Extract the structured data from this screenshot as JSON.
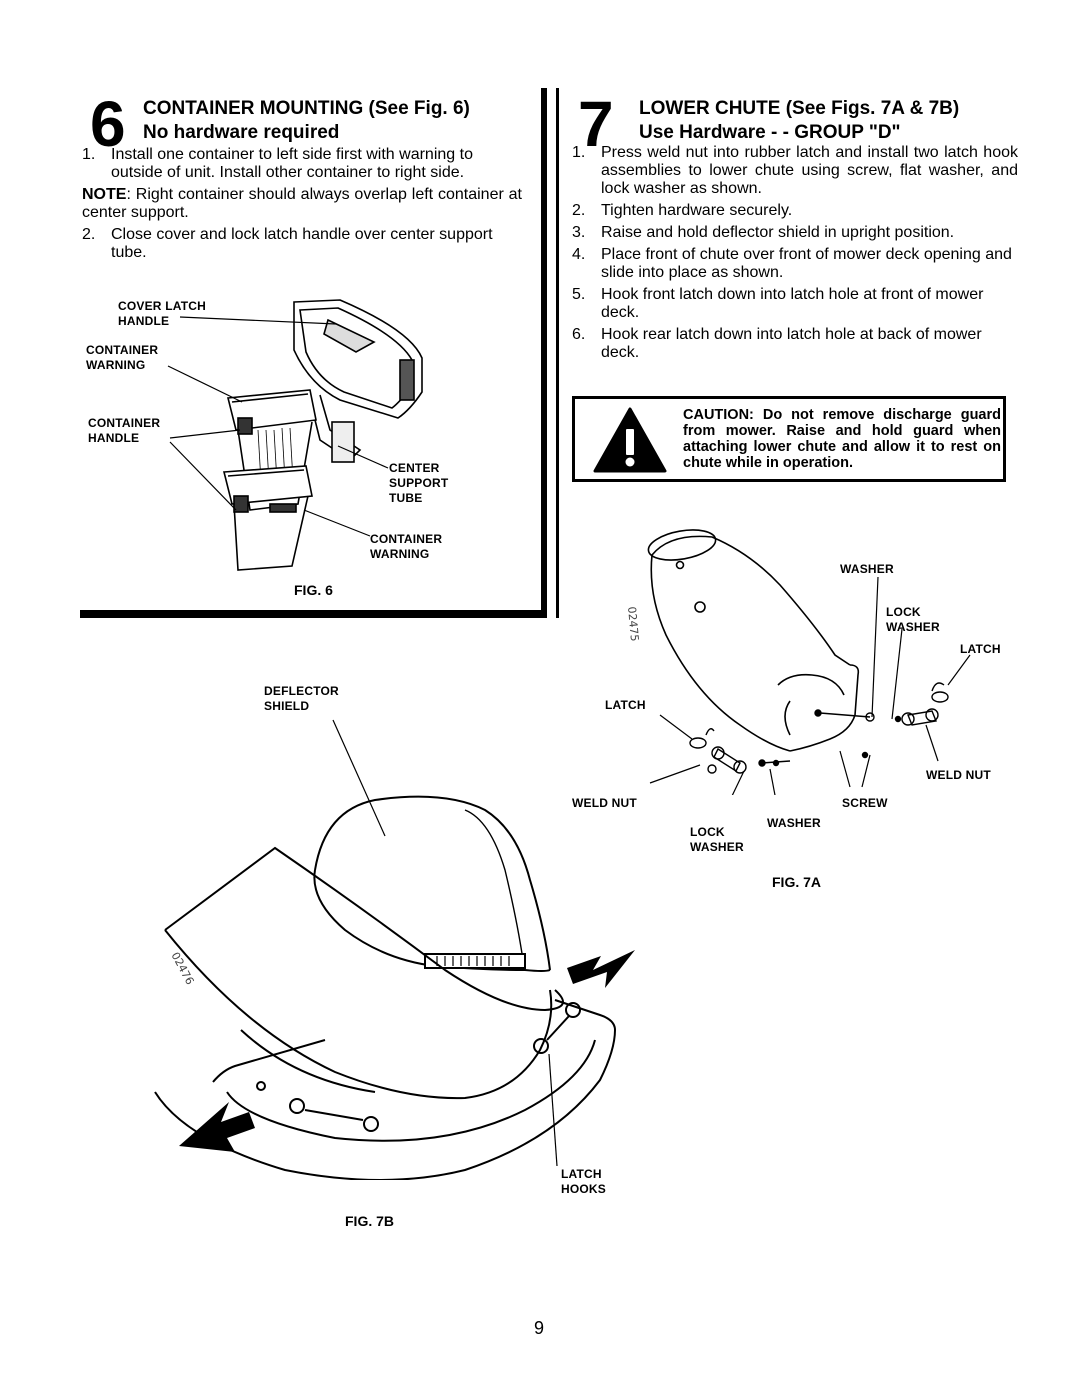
{
  "section6": {
    "step_number": "6",
    "heading_line1": "CONTAINER MOUNTING (See Fig. 6)",
    "heading_line2": "No hardware required",
    "items": [
      {
        "num": "1.",
        "text": "Install one container to left side first with warning to outside of unit. Install other container to right side."
      },
      {
        "num": "2.",
        "text": "Close cover and lock latch handle over center support tube."
      }
    ],
    "note_label": "NOTE",
    "note_text": ": Right container should always overlap left container at  center support.",
    "figure": {
      "labels": {
        "cover_latch_handle": "COVER LATCH\nHANDLE",
        "container_warning_top": "CONTAINER\nWARNING",
        "container_handle": "CONTAINER\nHANDLE",
        "center_support_tube": "CENTER\nSUPPORT\nTUBE",
        "container_warning_bottom": "CONTAINER\nWARNING"
      },
      "caption": "FIG. 6"
    }
  },
  "section7": {
    "step_number": "7",
    "heading_line1": "LOWER CHUTE (See Figs. 7A & 7B)",
    "heading_line2": "Use Hardware - - GROUP \"D\"",
    "items": [
      {
        "num": "1.",
        "text": "Press weld nut into rubber latch and install two latch hook assemblies to lower chute using screw, flat washer, and lock washer as shown."
      },
      {
        "num": "2.",
        "text": "Tighten hardware securely."
      },
      {
        "num": "3.",
        "text": "Raise and hold deflector shield in upright position."
      },
      {
        "num": "4.",
        "text": "Place front of chute over front of mower deck opening and slide into place as shown."
      },
      {
        "num": "5.",
        "text": "Hook front latch down into latch hole at front of mower deck."
      },
      {
        "num": "6.",
        "text": "Hook rear latch down into latch hole at back of mower deck."
      }
    ],
    "caution": {
      "text": "CAUTION: Do not remove discharge guard from mower. Raise and hold guard when attaching lower chute and allow it to rest on chute while in operation.",
      "icon": "warning-exclamation-icon"
    },
    "fig7a": {
      "labels": {
        "washer_top": "WASHER",
        "lock_washer_top": "LOCK\nWASHER",
        "latch_right": "LATCH",
        "latch_left": "LATCH",
        "weld_nut_right": "WELD NUT",
        "weld_nut_left": "WELD NUT",
        "screw": "SCREW",
        "washer_bottom": "WASHER",
        "lock_washer_bottom": "LOCK\nWASHER"
      },
      "watermark": "02475",
      "caption": "FIG. 7A"
    },
    "fig7b": {
      "labels": {
        "deflector_shield": "DEFLECTOR\nSHIELD",
        "latch_hooks": "LATCH\nHOOKS"
      },
      "watermark": "02476",
      "caption": "FIG. 7B"
    }
  },
  "page_number": "9"
}
